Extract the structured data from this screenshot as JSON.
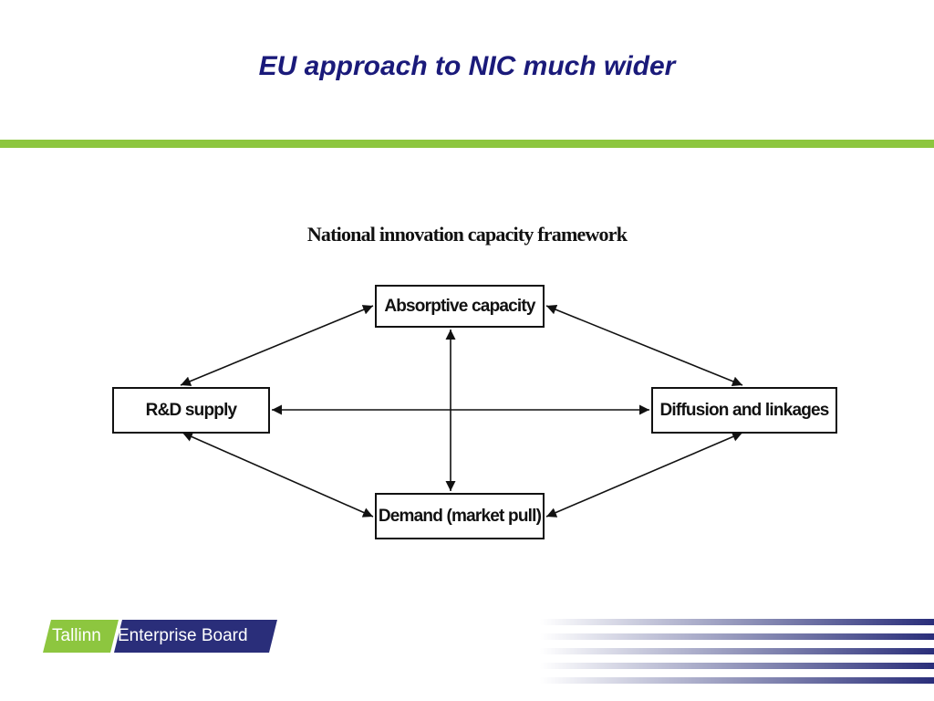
{
  "slide": {
    "title": "EU approach to NIC much wider"
  },
  "diagram": {
    "title": "National innovation capacity framework",
    "nodes": {
      "absorptive": "Absorptive capacity",
      "rd_supply": "R&D supply",
      "diffusion": "Diffusion and linkages",
      "demand": "Demand (market pull)"
    }
  },
  "logo": {
    "word1": "Tallinn",
    "word2": "Enterprise Board"
  },
  "colors": {
    "title": "#1a1a7a",
    "rule": "#8dc63f",
    "logo_green": "#8dc63f",
    "logo_navy": "#2a2e7a",
    "stripe_navy": "#2a2e7a"
  }
}
